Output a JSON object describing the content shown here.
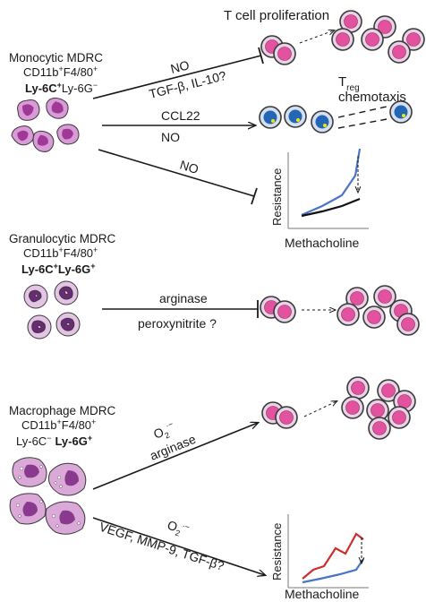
{
  "colors": {
    "cell_outline": "#3a3a3a",
    "cell_fill": "#e8d2e6",
    "nucleus_pink": "#e3529e",
    "treg_blue": "#2266b6",
    "treg_yellow": "#f3e600",
    "mdsc_purple_dark": "#6a2a78",
    "mdsc_purple_light": "#c587c6",
    "curve_blue": "#4a74c8",
    "curve_black": "#111111",
    "curve_red": "#cc2e2e"
  },
  "top_labels": {
    "tcell_proliferation": "T cell proliferation",
    "treg_T": "T",
    "treg_sub": "reg",
    "treg_chemotaxis": "chemotaxis"
  },
  "groups": {
    "monocytic": {
      "name": "Monocytic MDRC",
      "markers_1": "CD11b",
      "markers_1_sup": "+",
      "markers_1b": "F4/80",
      "markers_1b_sup": "+",
      "markers_2a": "Ly-6C",
      "markers_2a_sup": "+",
      "markers_2b": "Ly-6G",
      "markers_2b_sup": "−"
    },
    "granulocytic": {
      "name": "Granulocytic MDRC",
      "markers_1": "CD11b",
      "markers_1_sup": "+",
      "markers_1b": "F4/80",
      "markers_1b_sup": "+",
      "markers_2a": "Ly-6C",
      "markers_2a_sup": "+",
      "markers_2b": "Ly-6G",
      "markers_2b_sup": "+"
    },
    "macrophage": {
      "name": "Macrophage MDRC",
      "markers_1": "CD11b",
      "markers_1_sup": "+",
      "markers_1b": "F4/80",
      "markers_1b_sup": "+",
      "markers_2a": "Ly-6C",
      "markers_2a_sup": "−",
      "markers_2b": "Ly-6G",
      "markers_2b_sup": "+"
    }
  },
  "arrows": {
    "mono_to_tcell_top": "NO",
    "mono_to_tcell_bottom": "TGF-β, IL-10?",
    "mono_to_treg_top": "CCL22",
    "mono_to_treg_bottom": "NO",
    "mono_to_resistance": "NO",
    "gran_top": "arginase",
    "gran_bottom": "peroxynitrite ?",
    "mac_up_1": "O",
    "mac_up_1_sub": "2",
    "mac_up_1_sup": "·−",
    "mac_up_2": "arginase",
    "mac_down_1": "O",
    "mac_down_1_sub": "2",
    "mac_down_1_sup": "·−",
    "mac_down_2": "VEGF, MMP-9, TGF-β?"
  },
  "plots": {
    "top": {
      "ylabel": "Resistance",
      "xlabel": "Methacholine"
    },
    "bottom": {
      "ylabel": "Resistance",
      "xlabel": "Methacholine"
    }
  }
}
